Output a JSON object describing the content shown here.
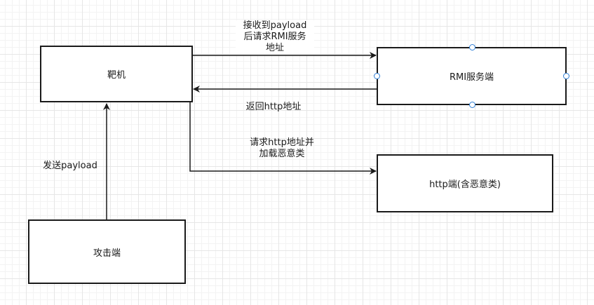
{
  "nodes": {
    "target": "靶机",
    "rmi_server": "RMI服务端",
    "http_server": "http端(含恶意类)",
    "attacker": "攻击端"
  },
  "edges": {
    "target_to_rmi": "接收到payload\n后请求RMI服务\n地址",
    "rmi_to_target": "返回http地址",
    "target_to_http": "请求http地址并\n加载恶意类",
    "attacker_to_target": "发送payload"
  }
}
